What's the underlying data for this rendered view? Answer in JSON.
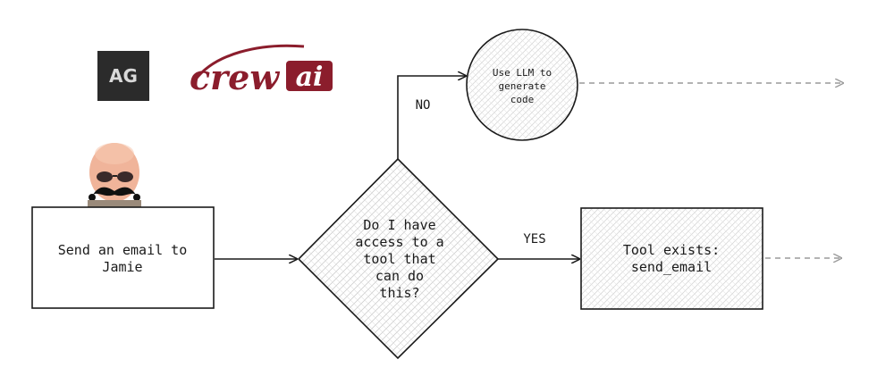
{
  "logos": {
    "ag": {
      "text": "AG",
      "bg": "#2b2b2b",
      "fg": "#d9d9d9"
    },
    "crewai": {
      "text_crew": "crew",
      "text_ai": "ai",
      "color": "#8b1d2c"
    }
  },
  "nodes": {
    "start": {
      "line1": "Send an email to",
      "line2": "Jamie"
    },
    "decision": {
      "line1": "Do I have",
      "line2": "access to a",
      "line3": "tool that",
      "line4": "can do",
      "line5": "this?"
    },
    "llm": {
      "line1": "Use LLM to",
      "line2": "generate",
      "line3": "code"
    },
    "tool": {
      "line1": "Tool exists:",
      "line2": "send_email"
    }
  },
  "edges": {
    "no_label": "NO",
    "yes_label": "YES"
  },
  "colors": {
    "stroke": "#1a1a1a",
    "hatch": "#c9c9c9",
    "dashed": "#9a9a9a",
    "mustache": "#111111",
    "face": "#f0b49a"
  }
}
